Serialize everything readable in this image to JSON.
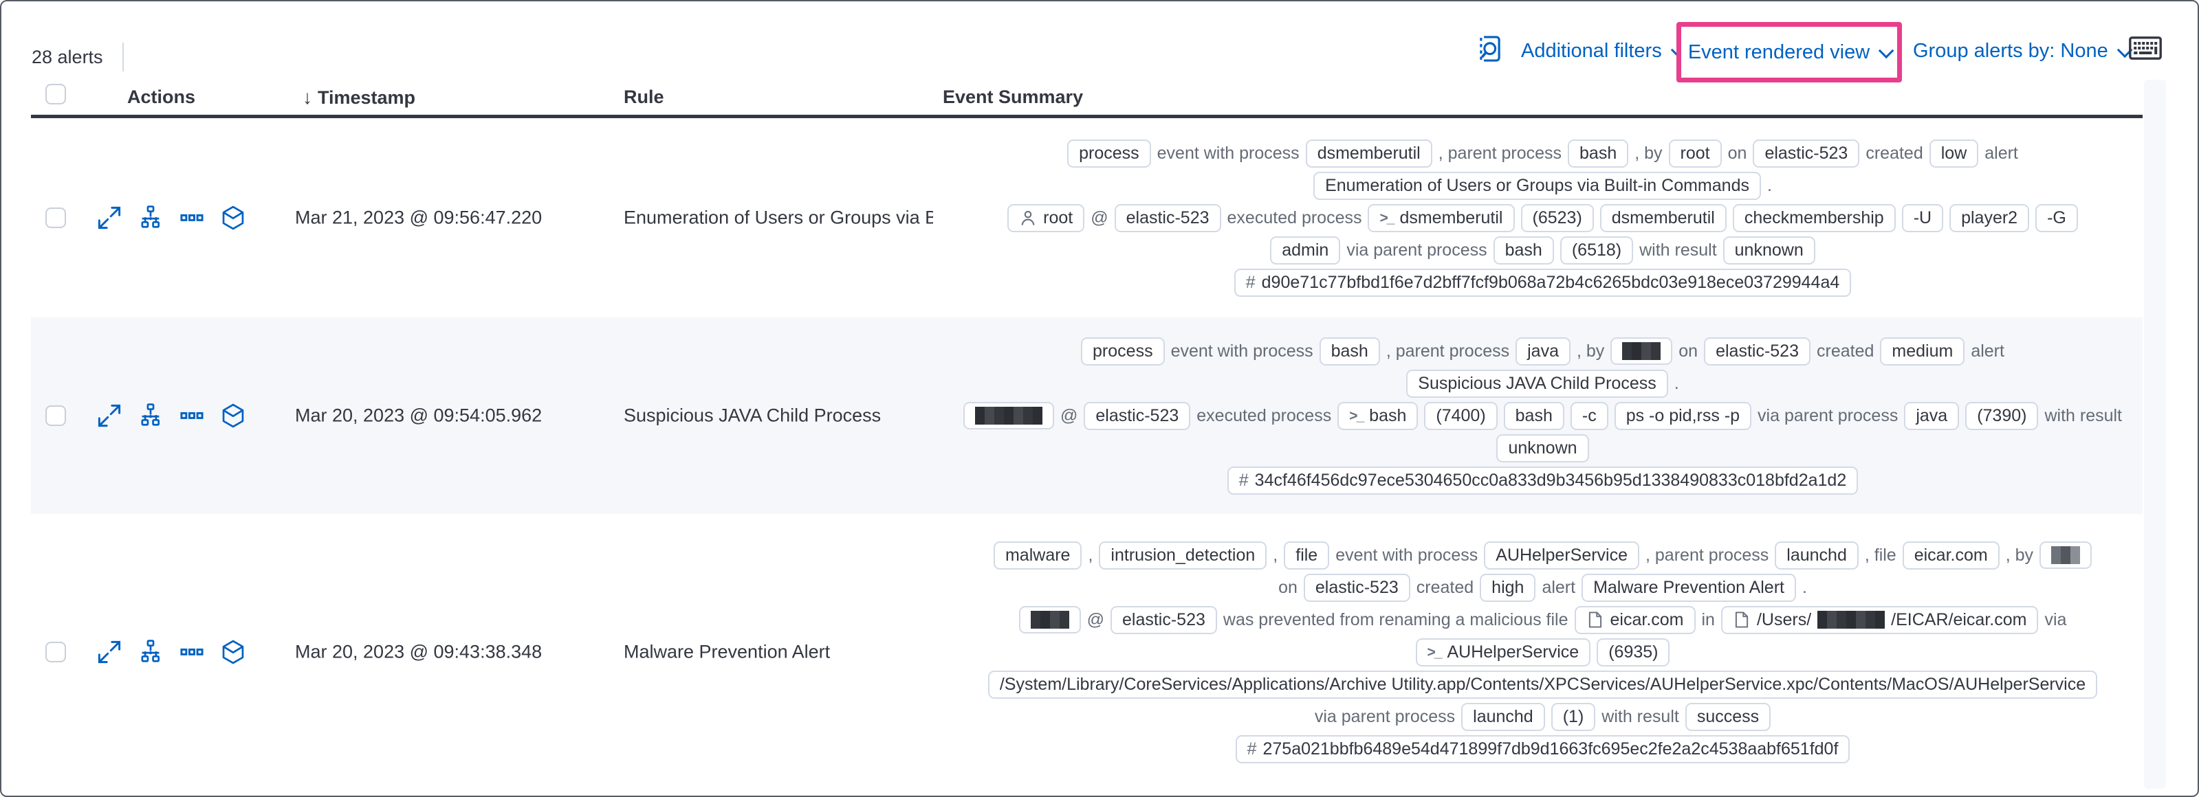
{
  "colors": {
    "primary_blue": "#0061c2",
    "accent_pink": "#e83e8c",
    "dark_text": "#343741",
    "subdued_text": "#646b76",
    "badge_border": "#d3dae6",
    "alt_row_bg": "#f5f7fa"
  },
  "toolbar": {
    "alert_count": "28 alerts",
    "additional_filters_label": "Additional filters",
    "view_selector_label": "Event rendered view",
    "group_by_label": "Group alerts by: None"
  },
  "table": {
    "headers": {
      "actions": "Actions",
      "timestamp": "Timestamp",
      "rule": "Rule",
      "summary": "Event Summary"
    }
  },
  "action_icons": [
    {
      "name": "expand-alert-button",
      "icon": "expand"
    },
    {
      "name": "analyze-event-button",
      "icon": "analyzer"
    },
    {
      "name": "more-actions-button",
      "icon": "boxes-horizontal"
    },
    {
      "name": "open-session-view-button",
      "icon": "cube"
    }
  ],
  "rows": [
    {
      "timestamp": "Mar 21, 2023 @ 09:56:47.220",
      "rule": "Enumeration of Users or Groups via Bui",
      "lines": [
        [
          {
            "badge": "process"
          },
          {
            "text": "event with process"
          },
          {
            "badge": "dsmemberutil"
          },
          {
            "text": ", parent process"
          },
          {
            "badge": "bash"
          },
          {
            "text": ", by"
          },
          {
            "badge": "root"
          },
          {
            "text": "on"
          },
          {
            "badge": "elastic-523"
          },
          {
            "text": "created"
          },
          {
            "badge": "low"
          },
          {
            "text": "alert"
          }
        ],
        [
          {
            "badge": "Enumeration of Users or Groups via Built-in Commands"
          },
          {
            "text": "."
          }
        ],
        [
          {
            "badge": "root",
            "icon": "user"
          },
          {
            "text": "@"
          },
          {
            "badge": "elastic-523"
          },
          {
            "text": "executed process"
          },
          {
            "badge": "dsmemberutil",
            "icon": "terminal"
          },
          {
            "badge": "(6523)"
          },
          {
            "badge": "dsmemberutil"
          },
          {
            "badge": "checkmembership"
          },
          {
            "badge": "-U"
          },
          {
            "badge": "player2"
          },
          {
            "badge": "-G"
          }
        ],
        [
          {
            "badge": "admin"
          },
          {
            "text": "via parent process"
          },
          {
            "badge": "bash"
          },
          {
            "badge": "(6518)"
          },
          {
            "text": "with result"
          },
          {
            "badge": "unknown"
          }
        ],
        [
          {
            "badge": "d90e71c77bfbd1f6e7d2bff7fcf9b068a72b4c6265bdc03e918ece03729944a4",
            "icon": "hash"
          }
        ]
      ]
    },
    {
      "timestamp": "Mar 20, 2023 @ 09:54:05.962",
      "rule": "Suspicious JAVA Child Process",
      "lines": [
        [
          {
            "badge": "process"
          },
          {
            "text": "event with process"
          },
          {
            "badge": "bash"
          },
          {
            "text": ", parent process"
          },
          {
            "badge": "java"
          },
          {
            "text": ", by"
          },
          {
            "badge": "",
            "redact": "sm"
          },
          {
            "text": "on"
          },
          {
            "badge": "elastic-523"
          },
          {
            "text": "created"
          },
          {
            "badge": "medium"
          },
          {
            "text": "alert"
          }
        ],
        [
          {
            "badge": "Suspicious JAVA Child Process"
          },
          {
            "text": "."
          }
        ],
        [
          {
            "badge": "",
            "redact": "md"
          },
          {
            "text": "@"
          },
          {
            "badge": "elastic-523"
          },
          {
            "text": "executed process"
          },
          {
            "badge": "bash",
            "icon": "terminal"
          },
          {
            "badge": "(7400)"
          },
          {
            "badge": "bash"
          },
          {
            "badge": "-c"
          },
          {
            "badge": "ps -o pid,rss -p"
          },
          {
            "text": "via parent process"
          },
          {
            "badge": "java"
          },
          {
            "badge": "(7390)"
          },
          {
            "text": "with result"
          }
        ],
        [
          {
            "badge": "unknown"
          }
        ],
        [
          {
            "badge": "34cf46f456dc97ece5304650cc0a833d9b3456b95d1338490833c018bfd2a1d2",
            "icon": "hash"
          }
        ]
      ]
    },
    {
      "timestamp": "Mar 20, 2023 @ 09:43:38.348",
      "rule": "Malware Prevention Alert",
      "lines": [
        [
          {
            "badge": "malware"
          },
          {
            "text": ","
          },
          {
            "badge": "intrusion_detection"
          },
          {
            "text": ","
          },
          {
            "badge": "file"
          },
          {
            "text": "event with process"
          },
          {
            "badge": "AUHelperService"
          },
          {
            "text": ", parent process"
          },
          {
            "badge": "launchd"
          },
          {
            "text": ", file"
          },
          {
            "badge": "eicar.com"
          },
          {
            "text": ", by"
          },
          {
            "badge": "",
            "redact": "xs"
          }
        ],
        [
          {
            "text": "on"
          },
          {
            "badge": "elastic-523"
          },
          {
            "text": "created"
          },
          {
            "badge": "high"
          },
          {
            "text": "alert"
          },
          {
            "badge": "Malware Prevention Alert"
          },
          {
            "text": "."
          }
        ],
        [
          {
            "badge": "",
            "redact": "sm"
          },
          {
            "text": "@"
          },
          {
            "badge": "elastic-523"
          },
          {
            "text": "was prevented from renaming a malicious file"
          },
          {
            "badge": "eicar.com",
            "icon": "file"
          },
          {
            "text": "in"
          },
          {
            "badge_parts": [
              {
                "text": "/Users/"
              },
              {
                "redact": "md"
              },
              {
                "text": "/EICAR/eicar.com"
              }
            ],
            "icon": "file"
          },
          {
            "text": "via"
          }
        ],
        [
          {
            "badge": "AUHelperService",
            "icon": "terminal"
          },
          {
            "badge": "(6935)"
          }
        ],
        [
          {
            "badge": "/System/Library/CoreServices/Applications/Archive Utility.app/Contents/XPCServices/AUHelperService.xpc/Contents/MacOS/AUHelperService"
          }
        ],
        [
          {
            "text": "via parent process"
          },
          {
            "badge": "launchd"
          },
          {
            "badge": "(1)"
          },
          {
            "text": "with result"
          },
          {
            "badge": "success"
          }
        ],
        [
          {
            "badge": "275a021bbfb6489e54d471899f7db9d1663fc695ec2fe2a2c4538aabf651fd0f",
            "icon": "hash"
          }
        ]
      ]
    }
  ]
}
